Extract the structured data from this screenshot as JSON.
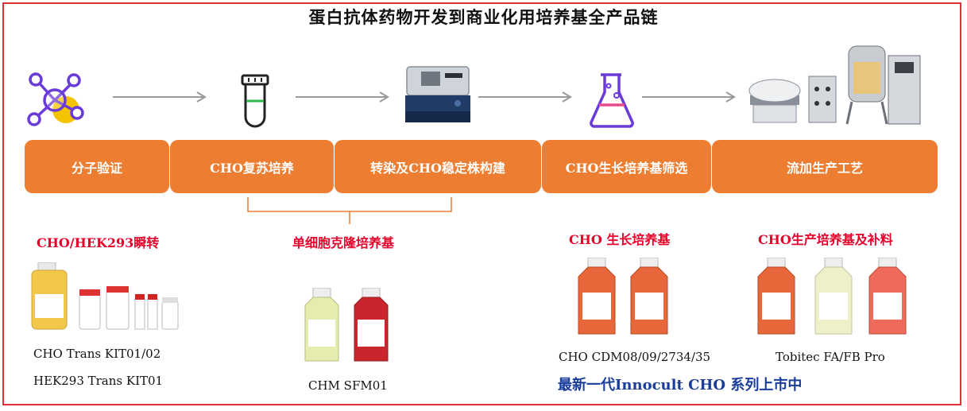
{
  "title": "蛋白抗体药物开发到商业化用培养基全产品链",
  "steps": [
    {
      "label": "分子验证"
    },
    {
      "label": "CHO复苏培养"
    },
    {
      "label": "转染及CHO稳定株构建"
    },
    {
      "label": "CHO生长培养基筛选"
    },
    {
      "label": "流加生产工艺"
    }
  ],
  "groups": {
    "transfection": {
      "label": "CHO/HEK293瞬转",
      "products": [
        "CHO Trans KIT01/02",
        "HEK293 Trans KIT01"
      ]
    },
    "cloning": {
      "label": "单细胞克隆培养基",
      "products": [
        "CHM SFM01"
      ]
    },
    "growth": {
      "label": "CHO 生长培养基",
      "products": [
        "CHO CDM08/09/2734/35"
      ]
    },
    "production": {
      "label": "CHO生产培养基及补料",
      "products": [
        "Tobitec FA/FB Pro"
      ]
    }
  },
  "announcement": "最新一代Innocult CHO 系列上市中",
  "colors": {
    "accent": "#ec7d31",
    "frame": "#e0313a",
    "label_red": "#e6002a",
    "label_blue": "#1a3d9c",
    "icon_purple": "#6a3bd9"
  },
  "icons": [
    "molecule-icon",
    "test-tube-icon",
    "electroporator-icon",
    "flask-icon",
    "bioreactor-icon"
  ]
}
